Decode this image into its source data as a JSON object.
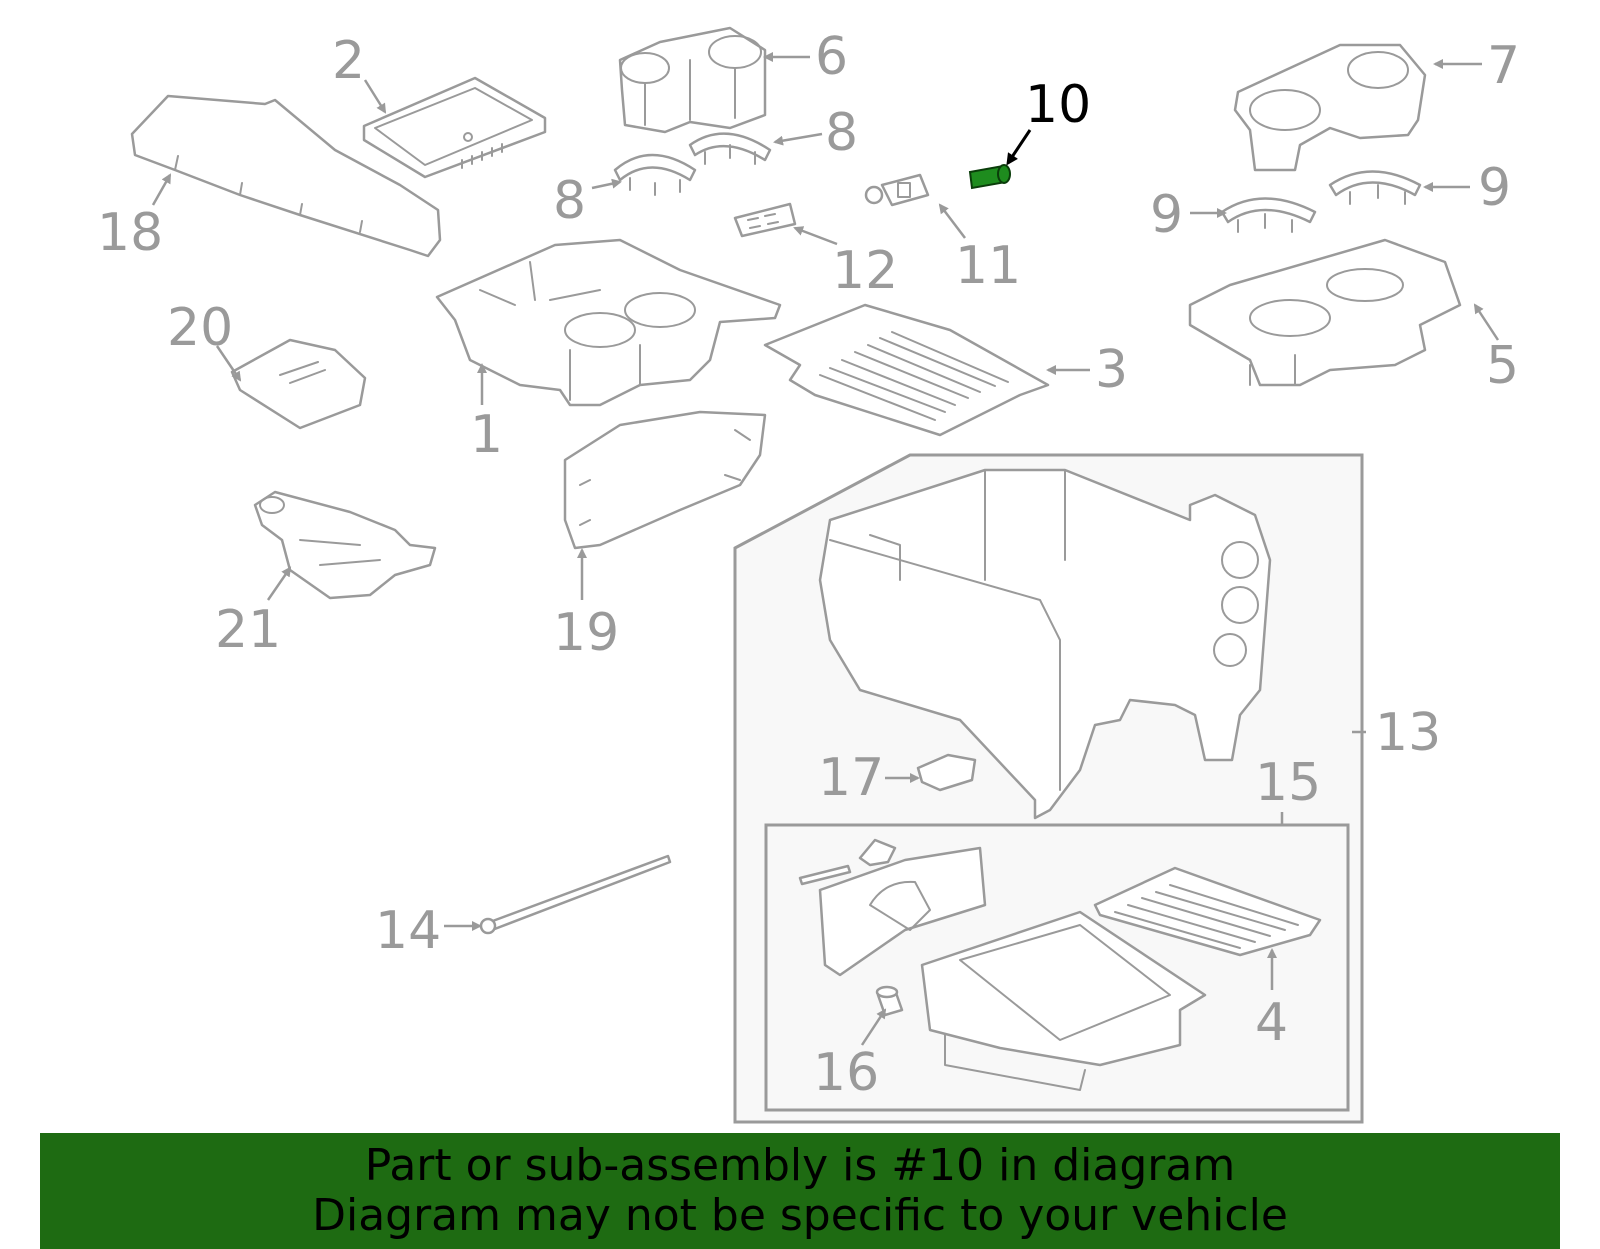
{
  "callouts": {
    "c1": "1",
    "c2": "2",
    "c3": "3",
    "c4": "4",
    "c5": "5",
    "c6": "6",
    "c7": "7",
    "c8a": "8",
    "c8b": "8",
    "c9a": "9",
    "c9b": "9",
    "c10": "10",
    "c11": "11",
    "c12": "12",
    "c13": "13",
    "c14": "14",
    "c15": "15",
    "c16": "16",
    "c17": "17",
    "c18": "18",
    "c19": "19",
    "c20": "20",
    "c21": "21"
  },
  "highlighted_part": "10",
  "colors": {
    "part_stroke": "#9a9a9a",
    "highlight": "#1e8c1e",
    "banner_bg": "#1e6b12"
  },
  "banner": {
    "line1": "Part or sub-assembly is #10 in diagram",
    "line2": "Diagram may not be specific to your vehicle"
  }
}
